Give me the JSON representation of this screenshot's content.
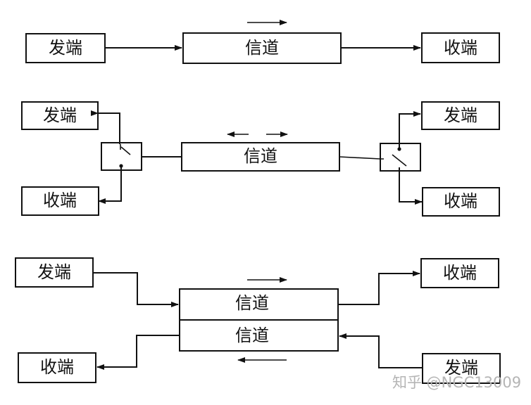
{
  "diagrams": [
    {
      "sender": "发端",
      "channel": "信道",
      "receiver": "收端"
    },
    {
      "left_sender": "发端",
      "left_receiver": "收端",
      "channel": "信道",
      "right_sender": "发端",
      "right_receiver": "收端"
    },
    {
      "left_sender": "发端",
      "left_receiver": "收端",
      "channel_top": "信道",
      "channel_bottom": "信道",
      "right_receiver": "收端",
      "right_sender": "发端"
    }
  ],
  "watermark": "知乎 @NGC13009",
  "colors": {
    "line": "#111111",
    "watermark": "#b5b5b5"
  }
}
